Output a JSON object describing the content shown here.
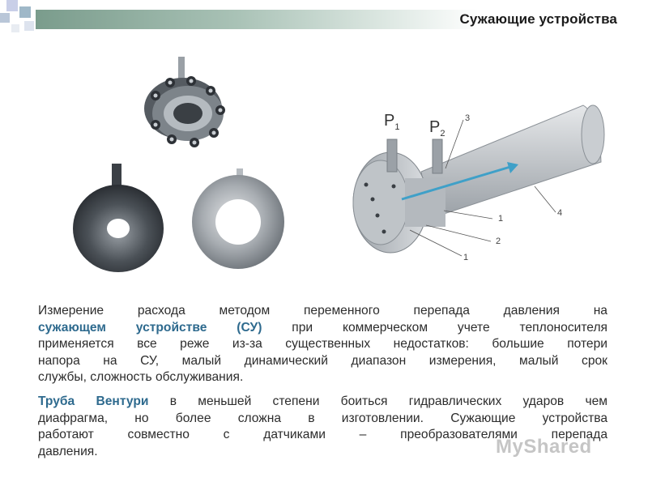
{
  "slide": {
    "title": "Сужающие устройства"
  },
  "figure": {
    "label_p1": "P",
    "label_p1_sub": "1",
    "label_p2": "P",
    "label_p2_sub": "2",
    "callout_3": "3",
    "callout_1a": "1",
    "callout_4": "4",
    "callout_2": "2",
    "callout_1b": "1"
  },
  "paragraph1": {
    "l1": "Измерение расхода методом переменного перепада давления на",
    "l2_hl": "сужающем устройстве (СУ)",
    "l2_rest": " при коммерческом учете теплоносителя",
    "l3": "применяется все реже из-за существенных недостатков: большие потери",
    "l4": "напора на СУ, малый динамический диапазон измерения, малый срок",
    "l5": "службы, сложность обслуживания."
  },
  "paragraph2": {
    "l1_hl": "Труба Вентури",
    "l1_rest": " в меньшей степени боиться гидравлических ударов чем",
    "l2": "диафрагма, но более сложна в изготовлении. Сужающие устройства",
    "l3": "работают совместно с датчиками – преобразователями перепада",
    "l4": "давления."
  },
  "watermark": "MyShared",
  "colors": {
    "accent": "#2e6a8e",
    "header_band": "#7a9c8c",
    "arrow": "#3fa0c8"
  }
}
